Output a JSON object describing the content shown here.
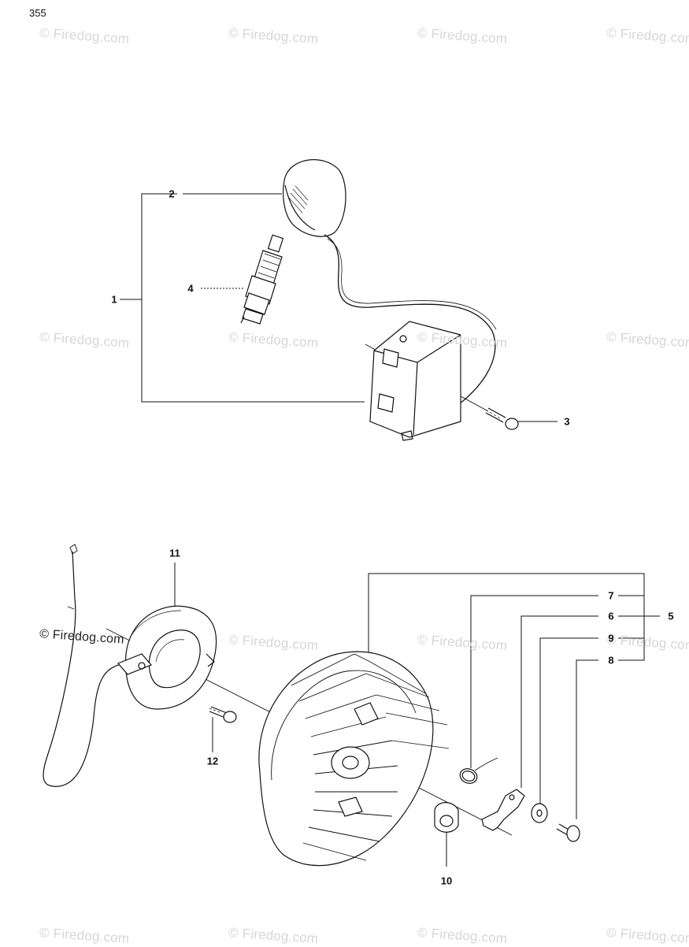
{
  "page_number": "355",
  "watermark_text": "© Firedog.com",
  "callouts": {
    "c1": "1",
    "c2": "2",
    "c3": "3",
    "c4": "4",
    "c5": "5",
    "c6": "6",
    "c7": "7",
    "c8": "8",
    "c9": "9",
    "c10": "10",
    "c11": "11",
    "c12": "12"
  }
}
